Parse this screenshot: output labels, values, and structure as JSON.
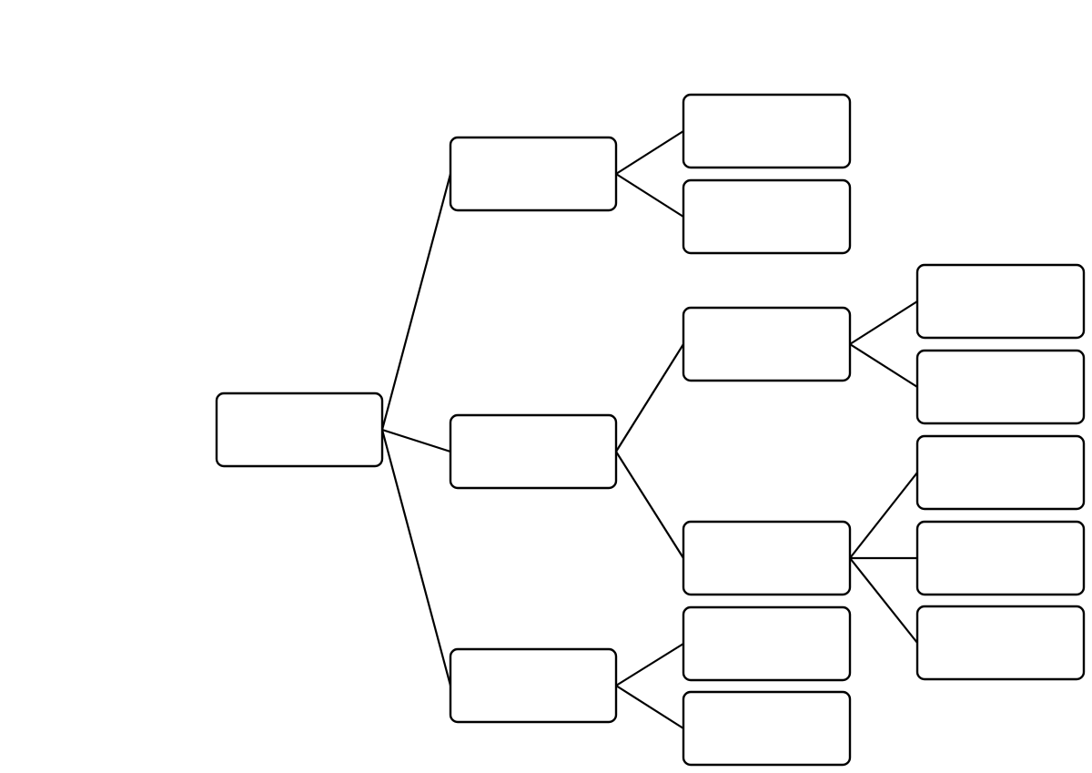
{
  "diagram": {
    "type": "tree",
    "orientation": "left-to-right",
    "nodes": [
      {
        "id": "root",
        "label": "",
        "parent": null
      },
      {
        "id": "n1",
        "label": "",
        "parent": "root"
      },
      {
        "id": "n2",
        "label": "",
        "parent": "root"
      },
      {
        "id": "n3",
        "label": "",
        "parent": "root"
      },
      {
        "id": "n1a",
        "label": "",
        "parent": "n1"
      },
      {
        "id": "n1b",
        "label": "",
        "parent": "n1"
      },
      {
        "id": "n2a",
        "label": "",
        "parent": "n2"
      },
      {
        "id": "n2b",
        "label": "",
        "parent": "n2"
      },
      {
        "id": "n3a",
        "label": "",
        "parent": "n3"
      },
      {
        "id": "n3b",
        "label": "",
        "parent": "n3"
      },
      {
        "id": "n2a1",
        "label": "",
        "parent": "n2a"
      },
      {
        "id": "n2a2",
        "label": "",
        "parent": "n2a"
      },
      {
        "id": "n2b1",
        "label": "",
        "parent": "n2b"
      },
      {
        "id": "n2b2",
        "label": "",
        "parent": "n2b"
      },
      {
        "id": "n2b3",
        "label": "",
        "parent": "n2b"
      }
    ]
  },
  "colors": {
    "background": "#ffffff",
    "stroke": "#000000",
    "box_fill": "#ffffff"
  }
}
